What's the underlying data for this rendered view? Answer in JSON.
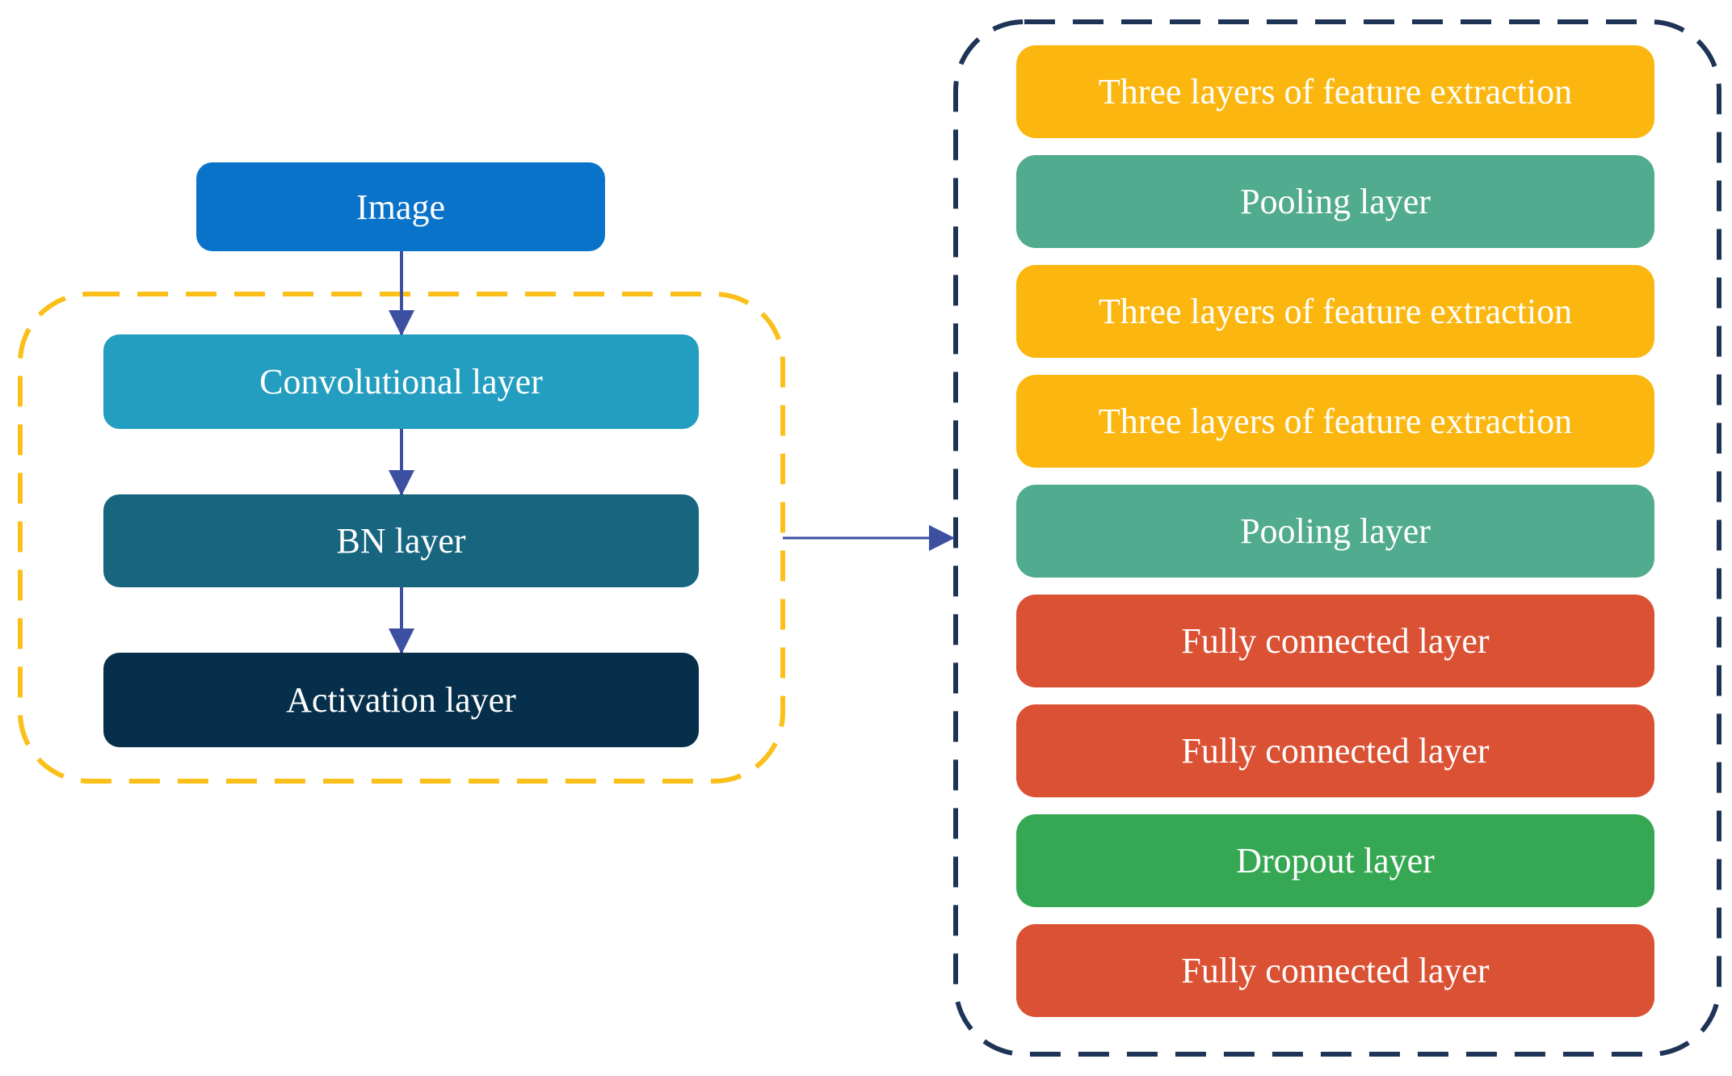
{
  "left_flow": {
    "input": {
      "label": "Image",
      "color": "#0873C8"
    },
    "block": [
      {
        "label": "Convolutional layer",
        "color": "#239DC0"
      },
      {
        "label": "BN layer",
        "color": "#17657F"
      },
      {
        "label": "Activation layer",
        "color": "#052F4B"
      }
    ],
    "block_border_color": "#FBBF1A"
  },
  "right_stack": {
    "border_color": "#1E3456",
    "layers": [
      {
        "label": "Three layers of feature extraction",
        "color": "#FBB710"
      },
      {
        "label": "Pooling layer",
        "color": "#51AB8E"
      },
      {
        "label": "Three layers of feature extraction",
        "color": "#FBB710"
      },
      {
        "label": "Three layers of feature extraction",
        "color": "#FBB710"
      },
      {
        "label": "Pooling layer",
        "color": "#51AB8E"
      },
      {
        "label": "Fully connected layer",
        "color": "#DB5134"
      },
      {
        "label": "Fully connected layer",
        "color": "#DB5134"
      },
      {
        "label": "Dropout layer",
        "color": "#36A853"
      },
      {
        "label": "Fully connected layer",
        "color": "#DB5134"
      }
    ]
  },
  "arrow_color": "#3D4FA0"
}
